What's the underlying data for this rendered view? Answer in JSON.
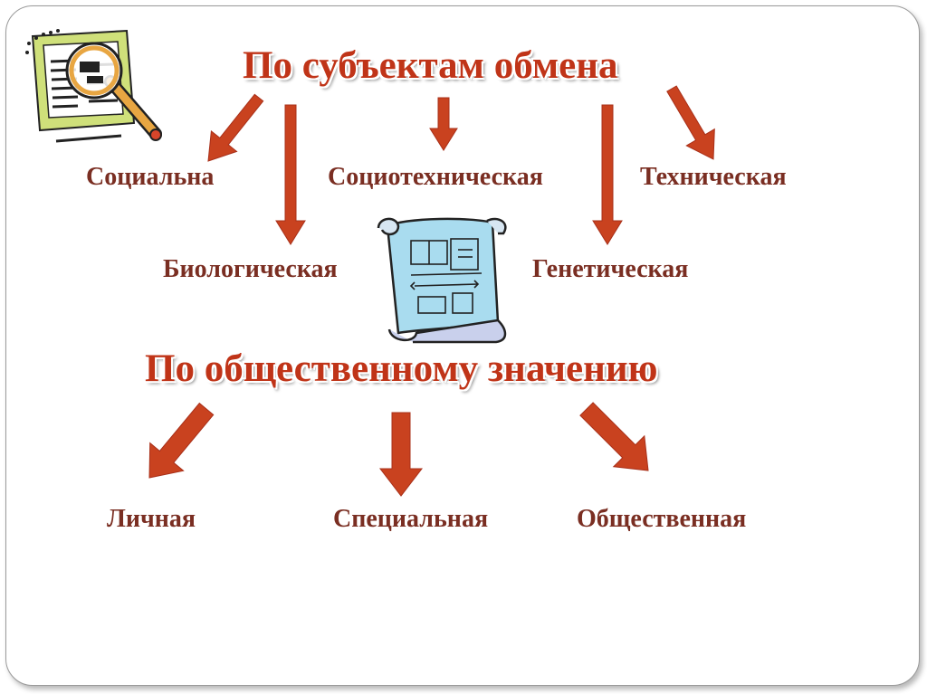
{
  "colors": {
    "arrow": "#c9421f",
    "arrow_stroke": "#a8301a",
    "heading": "#c03418",
    "label": "#7a2e22"
  },
  "sections": [
    {
      "title": "По субъектам обмена",
      "items": [
        "Социальна",
        "Биологическая",
        "Социотехническая",
        "Генетическая",
        "Техническая"
      ]
    },
    {
      "title": "По общественному значению",
      "items": [
        "Личная",
        "Специальная",
        "Общественная"
      ]
    }
  ],
  "icons": [
    "magnifier-document-icon",
    "scroll-blueprint-icon"
  ]
}
